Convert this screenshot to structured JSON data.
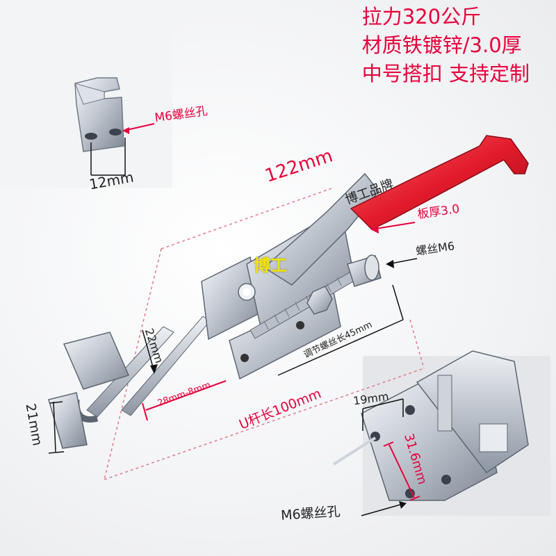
{
  "promo": {
    "line1": "拉力320公斤",
    "line2": "材质铁镀锌/3.0厚",
    "line3": "中号搭扣 支持定制"
  },
  "labels": {
    "m6_hole_top": "M6螺丝孔",
    "width_12": "12mm",
    "length_122": "122mm",
    "brand_tag": "博工品牌",
    "plate_thickness": "板厚3.0",
    "screw_m6": "螺丝M6",
    "watermark": "博工",
    "dim_22": "22mm",
    "adjust_screw": "调节螺丝长45mm",
    "range_28_8": "28mm-8mm",
    "u_rod": "U杆长100mm",
    "dim_21": "21mm",
    "dim_19": "19mm",
    "dim_31_6": "31.6mm",
    "m6_hole_bottom": "M6螺丝孔"
  },
  "colors": {
    "accent_red": "#e8003a",
    "handle_red": "#e31b2c",
    "metal": "#c9ced6",
    "watermark_yellow": "#f2e600"
  }
}
